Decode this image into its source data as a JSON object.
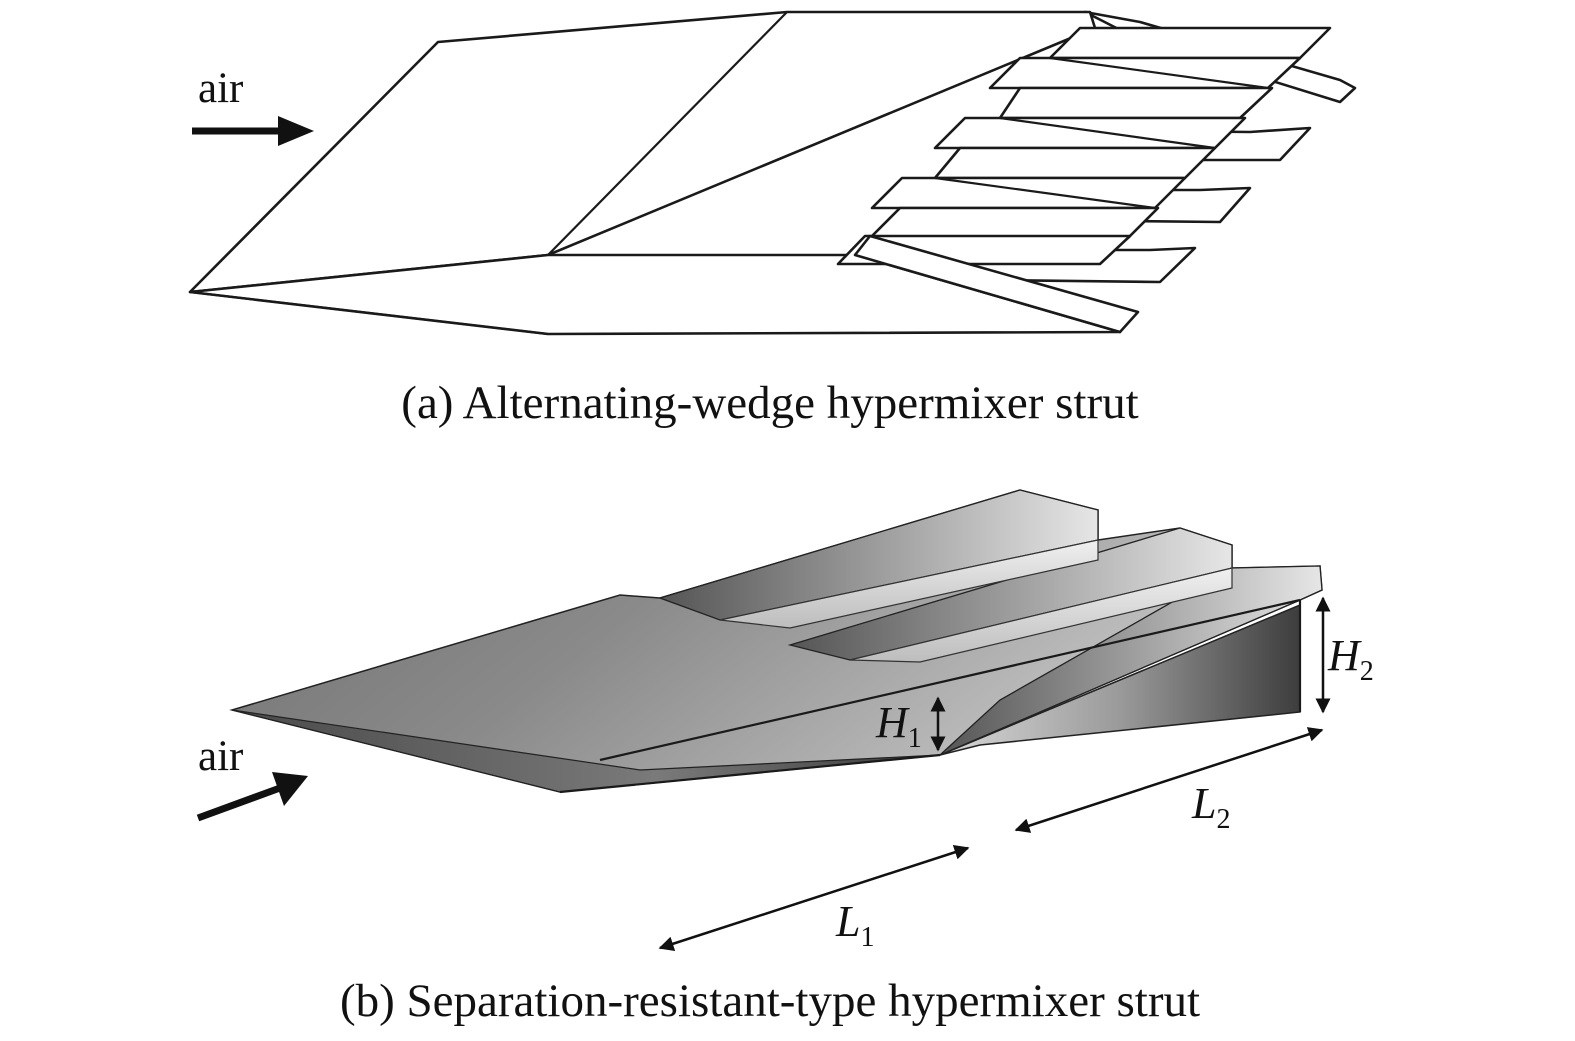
{
  "panel_a": {
    "caption": "(a) Alternating-wedge hypermixer strut",
    "flow_label": "air"
  },
  "panel_b": {
    "caption": "(b) Separation-resistant-type hypermixer strut",
    "flow_label": "air",
    "dimensions": {
      "h1": {
        "symbol": "H",
        "subscript": "1"
      },
      "h2": {
        "symbol": "H",
        "subscript": "2"
      },
      "l1": {
        "symbol": "L",
        "subscript": "1"
      },
      "l2": {
        "symbol": "L",
        "subscript": "2"
      }
    }
  },
  "colors": {
    "line": "#1a1a1a",
    "surface_dark": "#3e3e3e",
    "surface_mid": "#8a8a8a",
    "surface_light": "#e4e4e4"
  }
}
